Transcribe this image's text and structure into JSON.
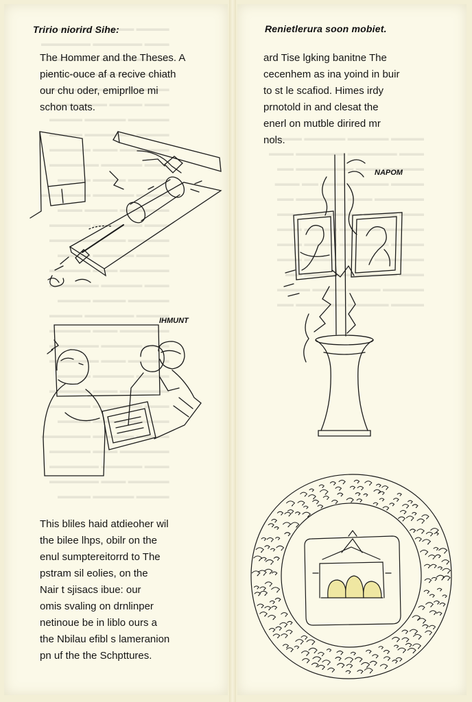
{
  "left_page": {
    "heading": "Tririo niorird Sihe:",
    "intro_lines": [
      "The Hommer and the Theses. A",
      "pientic-ouce af a recive chiath",
      "our chu oder, emiprlloe mi",
      "schon toats."
    ],
    "caption": "IHMUNT",
    "body_lines": [
      "This bliles haid atdieoher wil",
      "the bilee lhps, obilr on the",
      "enul sumptereitorrd to  The",
      "pstram sil eolies, on the",
      "Nair t sjisacs ibue: our",
      "omis svaling  on  drnlinper",
      "netinoue be in liblo ours a",
      "the Nbilau efibl s lameranion",
      "pn uf the  the Schpttures."
    ]
  },
  "right_page": {
    "heading": "Renietlerura  soon mobiet.",
    "intro_lines": [
      "ard Tise lgking  banitne The",
      "cecenhem as ina yoind in buir",
      "to st le scafiod. Himes irdy",
      "prnotold in and clesat the",
      "enerl on mutble dirired mr",
      "nols."
    ],
    "caption": "NAPOM"
  },
  "illustrations": {
    "hammer_door": "hammer-door-illustration",
    "monks_reading": "monks-reading-illustration",
    "stained_glass_vase": "stained-glass-vase-illustration",
    "circular_seal": "circular-seal-illustration"
  },
  "colors": {
    "paper": "#fbf9e8",
    "ink": "#151515",
    "seal_center": "#efe7a2"
  }
}
